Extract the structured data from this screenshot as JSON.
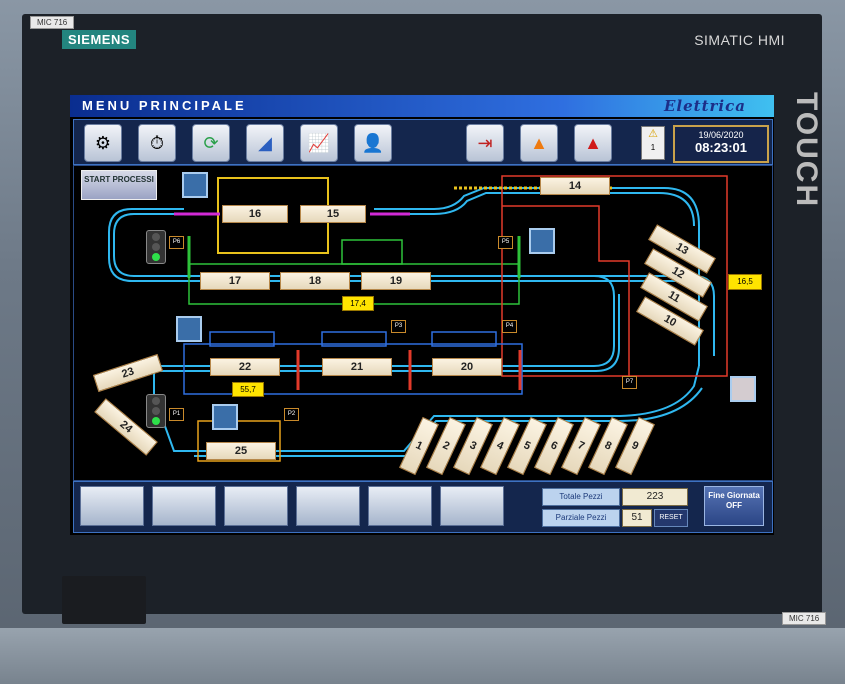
{
  "device": {
    "tag_top": "MIC 716",
    "tag_bottom": "MIC 716",
    "brand": "SIEMENS",
    "model": "SIMATIC HMI",
    "touch_label": "TOUCH"
  },
  "header": {
    "title": "MENU PRINCIPALE",
    "subtitle": "Elettrica",
    "date": "19/06/2020",
    "time": "08:23:01",
    "alarm_count": "1"
  },
  "toolbar": {
    "icons": [
      "settings-gears-icon",
      "clock-timer-icon",
      "refresh-arrows-icon",
      "blueprint-icon",
      "chart-trend-icon",
      "user-key-icon",
      "exit-door-icon",
      "warning-orange-icon",
      "warning-red-icon"
    ]
  },
  "plant": {
    "start_label": "START PROCESSI",
    "stations": {
      "s1": "1",
      "s2": "2",
      "s3": "3",
      "s4": "4",
      "s5": "5",
      "s6": "6",
      "s7": "7",
      "s8": "8",
      "s9": "9",
      "s10": "10",
      "s11": "11",
      "s12": "12",
      "s13": "13",
      "s14": "14",
      "s15": "15",
      "s16": "16",
      "s17": "17",
      "s18": "18",
      "s19": "19",
      "s20": "20",
      "s21": "21",
      "s22": "22",
      "s23": "23",
      "s24": "24",
      "s25": "25"
    },
    "values": {
      "v1": "17,4",
      "v2": "55,7",
      "v3": "16,5"
    },
    "positions": {
      "p1": "P1",
      "p2": "P2",
      "p3": "P3",
      "p4": "P4",
      "p5": "P5",
      "p6": "P6",
      "p7": "P7"
    },
    "colors": {
      "track": "#2fb8f0",
      "zone_yellow": "#e8c21c",
      "zone_green": "#2ec23a",
      "zone_red": "#e23a2a",
      "zone_blue": "#2f6fe0",
      "magenta": "#d22ad6"
    }
  },
  "bottom": {
    "totale_label": "Totale Pezzi",
    "totale_value": "223",
    "parziale_label": "Parziale Pezzi",
    "parziale_value": "51",
    "reset_label": "RESET",
    "fine_label": "Fine Giornata OFF"
  }
}
